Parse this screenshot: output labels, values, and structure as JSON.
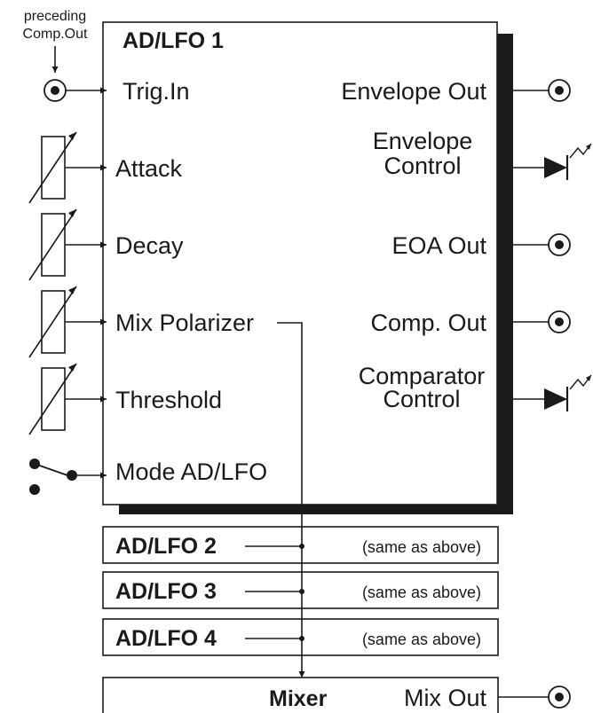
{
  "module": {
    "title": "AD/LFO 1",
    "inputs": {
      "trig_in": "Trig.In",
      "attack": "Attack",
      "decay": "Decay",
      "mix_polarizer": "Mix Polarizer",
      "threshold": "Threshold",
      "mode": "Mode AD/LFO"
    },
    "outputs": {
      "envelope_out": "Envelope Out",
      "envelope_control": [
        "Envelope",
        "Control"
      ],
      "eoa_out": "EOA Out",
      "comp_out": "Comp. Out",
      "comparator_control": [
        "Comparator",
        "Control"
      ]
    }
  },
  "preceding": [
    "preceding",
    "Comp.Out"
  ],
  "copies": [
    {
      "title": "AD/LFO 2",
      "note": "(same as above)"
    },
    {
      "title": "AD/LFO 3",
      "note": "(same as above)"
    },
    {
      "title": "AD/LFO 4",
      "note": "(same as above)"
    }
  ],
  "mixer": {
    "title": "Mixer",
    "output": "Mix Out"
  },
  "colors": {
    "line": "#1a1a1a",
    "shadow": "#1a1a1a",
    "background": "#ffffff"
  },
  "icons": {
    "socket": "socket-icon",
    "potentiometer": "potentiometer-icon",
    "led": "led-icon",
    "switch": "switch-icon"
  }
}
